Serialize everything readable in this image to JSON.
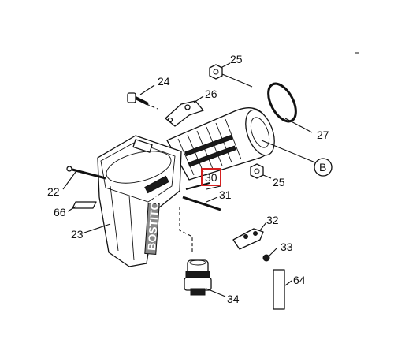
{
  "diagram": {
    "highlight_color": "#d42020",
    "callouts": [
      {
        "id": "p25a",
        "text": "25"
      },
      {
        "id": "p24",
        "text": "24"
      },
      {
        "id": "p26",
        "text": "26"
      },
      {
        "id": "p27",
        "text": "27"
      },
      {
        "id": "pB",
        "text": "B"
      },
      {
        "id": "p25b",
        "text": "25"
      },
      {
        "id": "p30",
        "text": "30"
      },
      {
        "id": "p31",
        "text": "31"
      },
      {
        "id": "p22",
        "text": "22"
      },
      {
        "id": "p66",
        "text": "66"
      },
      {
        "id": "p23",
        "text": "23"
      },
      {
        "id": "p32",
        "text": "32"
      },
      {
        "id": "p33",
        "text": "33"
      },
      {
        "id": "p64",
        "text": "64"
      },
      {
        "id": "p34",
        "text": "34"
      }
    ],
    "highlighted_callout": "30",
    "housing_brand": "BOSTITCH"
  }
}
